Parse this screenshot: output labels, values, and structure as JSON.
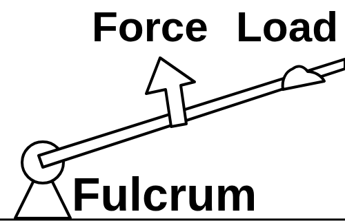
{
  "diagram": {
    "labels": [
      "Force",
      "Load",
      "Fulcrum"
    ]
  }
}
